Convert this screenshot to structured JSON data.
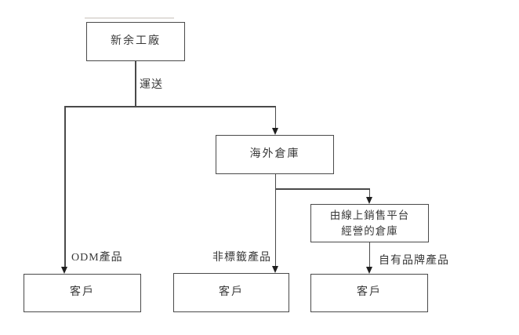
{
  "diagram": {
    "title": "shipment-flow-diagram",
    "nodes": {
      "factory": {
        "label": "新余工廠"
      },
      "overseas_warehouse": {
        "label": "海外倉庫"
      },
      "platform_warehouse": {
        "line1": "由線上銷售平台",
        "line2": "經營的倉庫"
      },
      "customer_left": {
        "label": "客戶"
      },
      "customer_middle": {
        "label": "客戶"
      },
      "customer_right": {
        "label": "客戶"
      }
    },
    "edge_labels": {
      "shipping": "運送",
      "odm_products": "ODM產品",
      "non_labelled_products": "非標籤產品",
      "own_brand_products": "自有品牌產品"
    },
    "colors": {
      "line": "#4a4a4a",
      "arrow": "#1f1f1f",
      "text": "#383838",
      "background": "#ffffff"
    }
  }
}
